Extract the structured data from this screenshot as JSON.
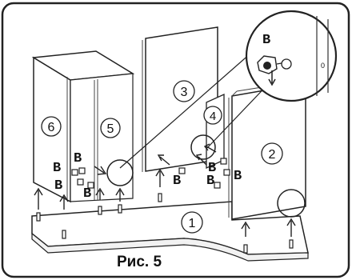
{
  "figure": {
    "caption": "Рис. 5"
  },
  "panels": [
    {
      "number": "1"
    },
    {
      "number": "2"
    },
    {
      "number": "3"
    },
    {
      "number": "4"
    },
    {
      "number": "5"
    },
    {
      "number": "6"
    }
  ],
  "hardware_labels": {
    "connector": "B"
  },
  "magnifier": {
    "label": "B",
    "hinge_mark": "0"
  }
}
